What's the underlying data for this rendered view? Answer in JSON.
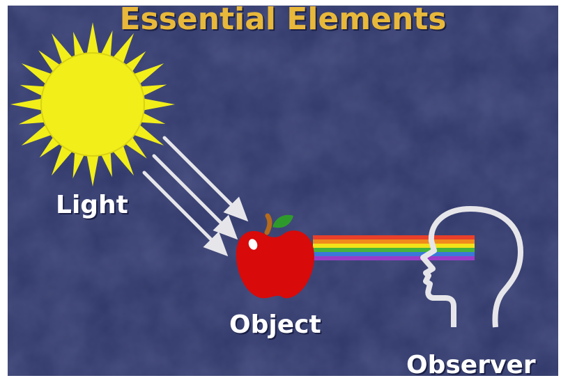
{
  "title": "Essential Elements",
  "labels": {
    "light": "Light",
    "object": "Object",
    "observer": "Observer"
  },
  "icons": [
    "sun-icon",
    "light-ray-arrow-icon",
    "apple-icon",
    "spectrum-beam",
    "head-profile-icon"
  ],
  "colors": {
    "background": "#2e3566",
    "title": "#e8b83a",
    "sun": "#f2ee1a",
    "apple": "#d80a0a",
    "spectrum": [
      "#e8402a",
      "#f08a1c",
      "#f2e21a",
      "#46b43c",
      "#3a78d8",
      "#9a3cc8"
    ]
  }
}
